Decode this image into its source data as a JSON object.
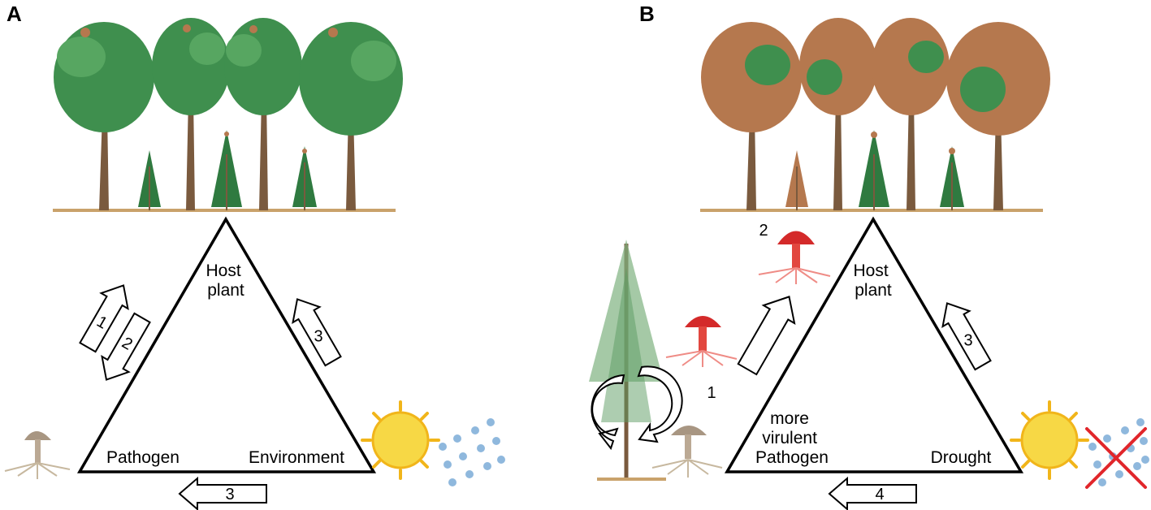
{
  "panels": [
    {
      "id": "A",
      "label": "A",
      "vertices": {
        "top": [
          "Host",
          "plant"
        ],
        "left": [
          "Pathogen"
        ],
        "right": [
          "Environment"
        ]
      },
      "arrows": {
        "up": "1",
        "down": "2",
        "right_side": "3",
        "bottom": "3"
      },
      "environment_icons": [
        "sun-icon",
        "raindrops-icon"
      ],
      "pathogen_icon": "mushroom-icon"
    },
    {
      "id": "B",
      "label": "B",
      "vertices": {
        "top": [
          "Host",
          "plant"
        ],
        "left": [
          "more",
          "virulent",
          "Pathogen"
        ],
        "right": [
          "Drought"
        ]
      },
      "arrows": {
        "left_side": "",
        "right_side": "3",
        "bottom": "4"
      },
      "numbers": {
        "pathogen_cycle": "1",
        "host_mushroom": "2"
      },
      "environment_icons": [
        "sun-icon",
        "raindrops-icon",
        "red-cross-icon"
      ],
      "pathogen_icon": "mushroom-icon"
    }
  ],
  "colors": {
    "healthy_foliage": "#3f8f4e",
    "damaged_foliage": "#b5784e",
    "trunk": "#7a5a3e",
    "ground": "#c9a26b",
    "mushroom_healthy": "#a89682",
    "mushroom_virulent": "#d42a2a",
    "sun": "#f7c51e",
    "rain": "#8fb8dd",
    "cross": "#e1262b"
  }
}
